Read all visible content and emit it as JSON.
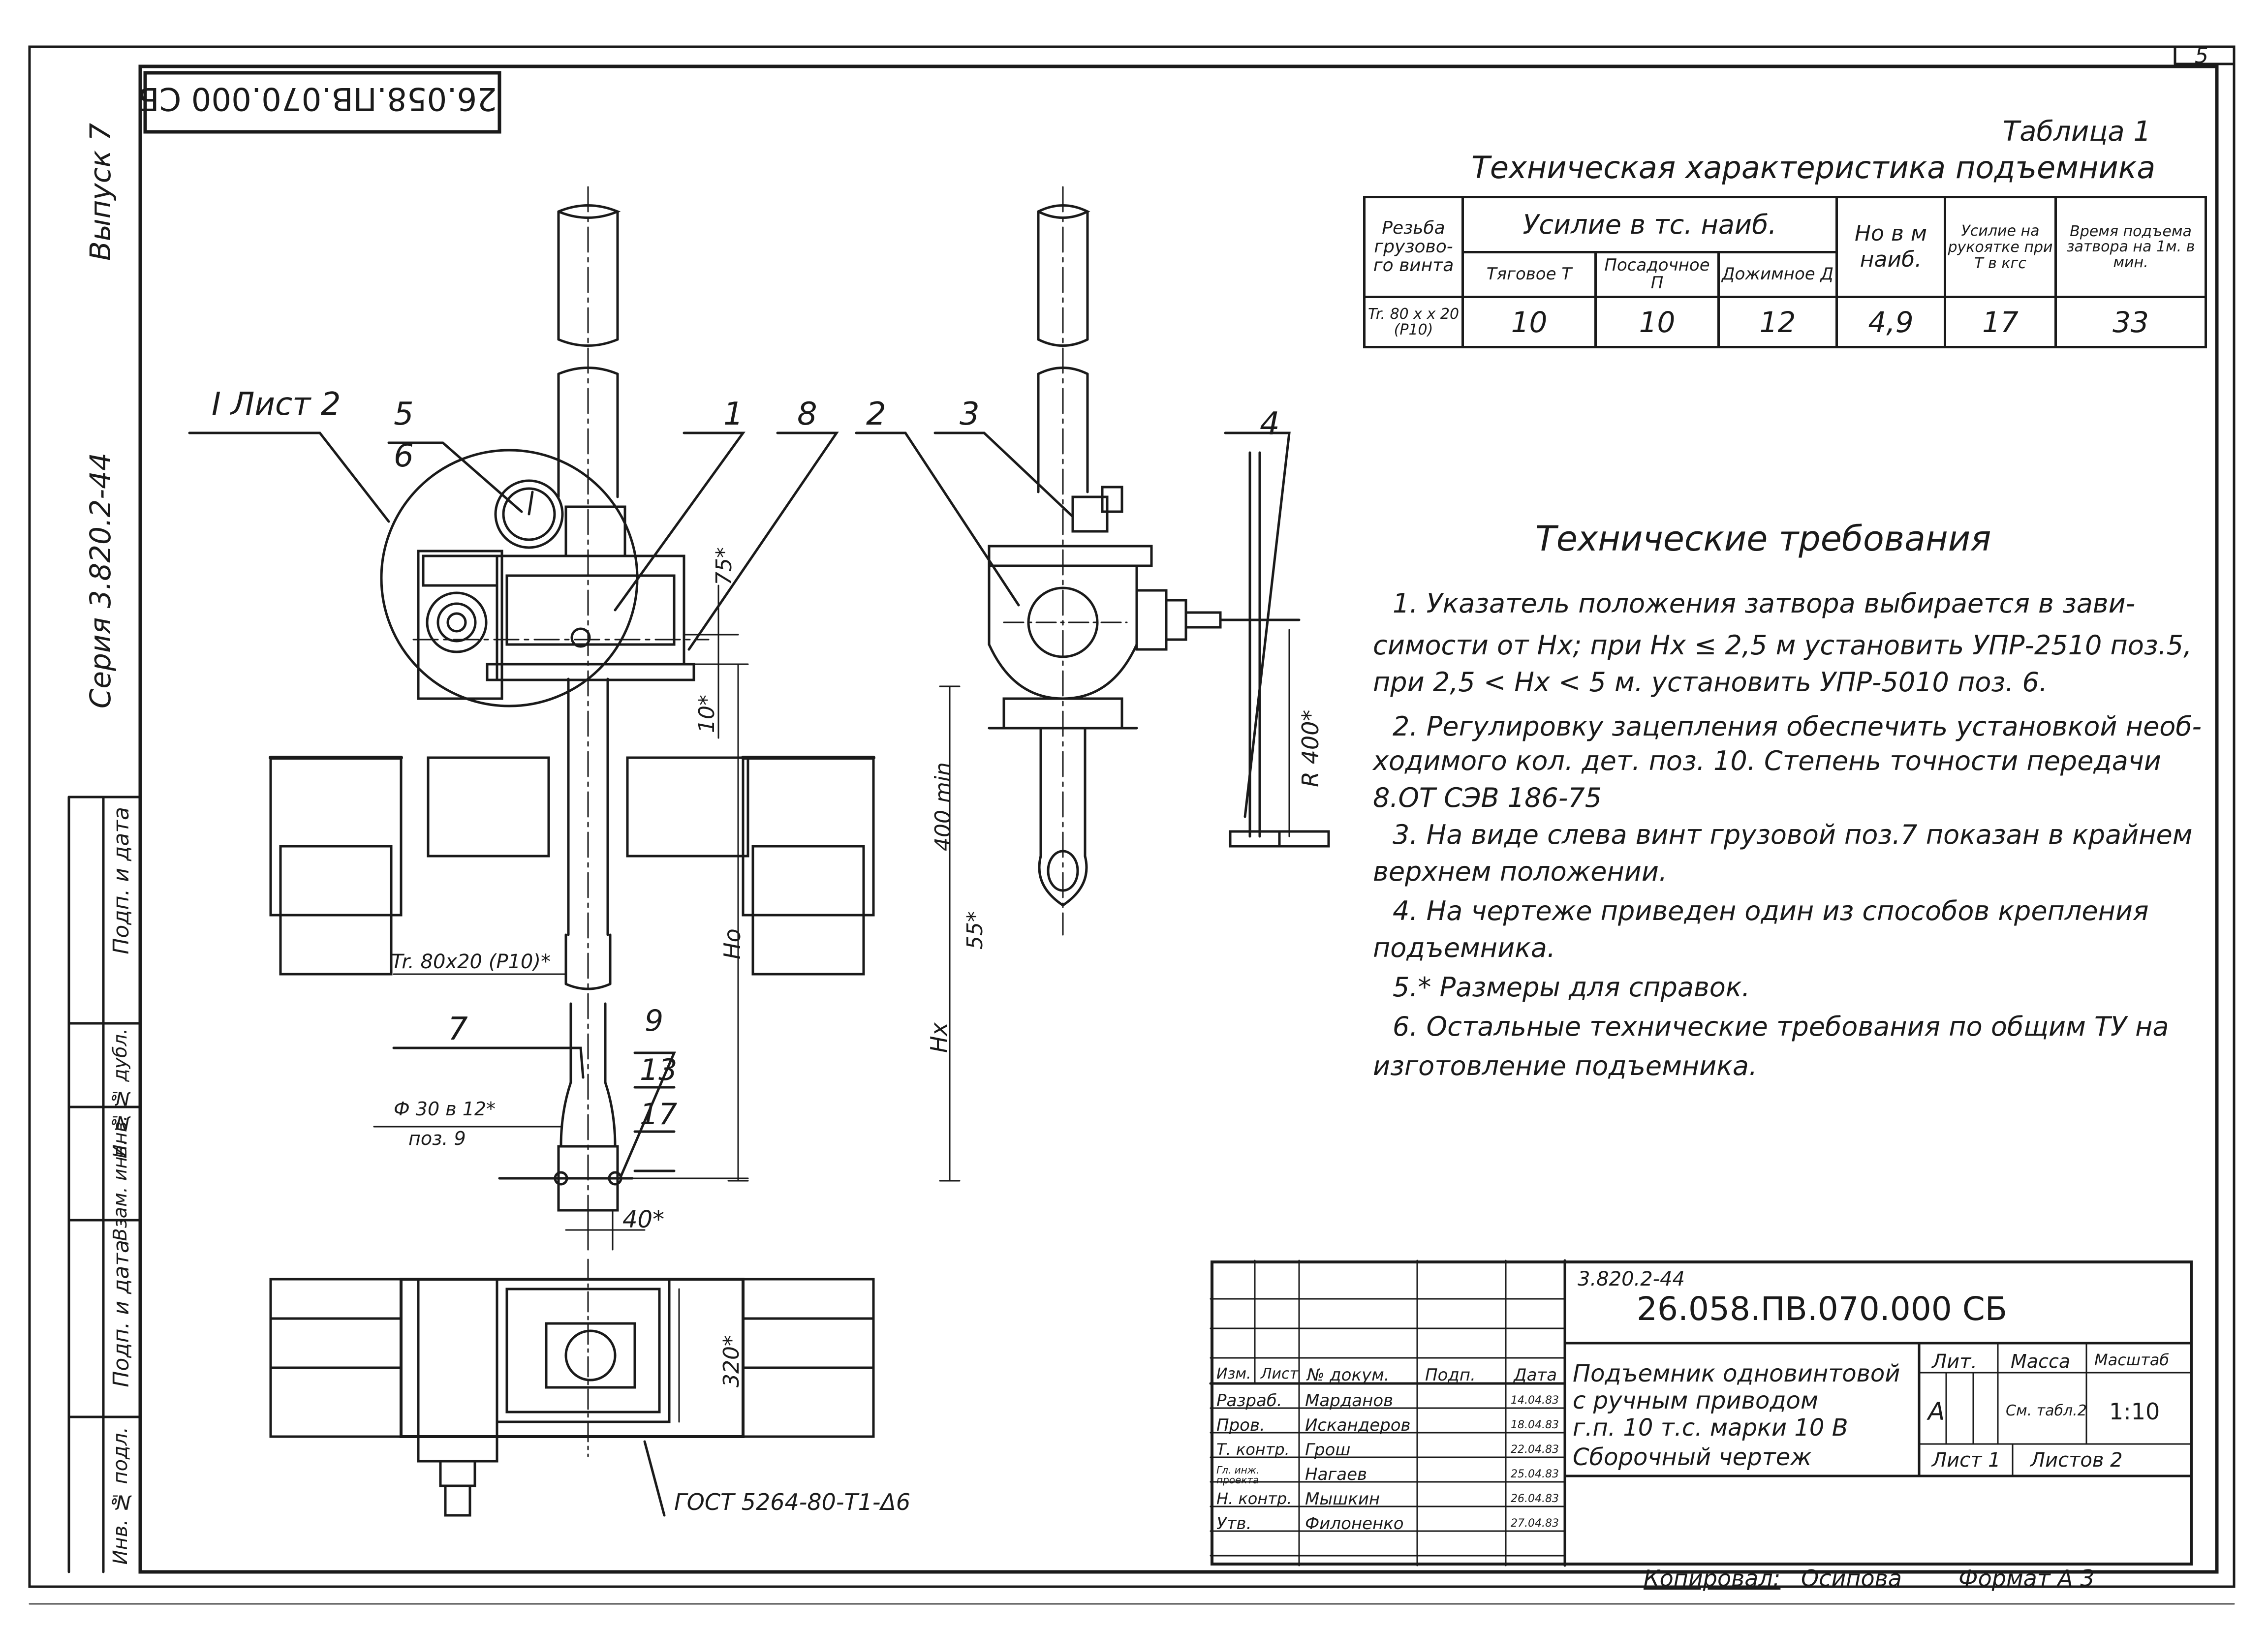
{
  "sheet_number": "5",
  "stamp_code": "26.058.ПВ.070.000 СБ",
  "side": {
    "issue": "Выпуск 7",
    "series": "Серия 3.820.2-44",
    "fields": [
      "Подп. и дата",
      "Инв. № дубл.",
      "Взам. инв. №",
      "Подп. и дата",
      "Инв. № подл."
    ]
  },
  "table": {
    "caption": "Таблица 1",
    "title": "Техническая характеристика подъемника",
    "h_thread": "Резьба грузово-го винта",
    "h_force": "Усилие в тс. наиб.",
    "h_pull": "Тяговое Т",
    "h_landing": "Посадочное П",
    "h_press": "Дожимное Д",
    "h_ho": "Но в м наиб.",
    "h_handle": "Усилие на рукоятке при Т в кгс",
    "h_time": "Время подъема затвора на 1м. в мин.",
    "row": {
      "thread": "Tr. 80 x x 20 (P10)",
      "pull": "10",
      "landing": "10",
      "press": "12",
      "ho": "4,9",
      "handle": "17",
      "time": "33"
    }
  },
  "requirements": {
    "title": "Технические требования",
    "lines": [
      "1. Указатель положения затвора выбирается в зави-",
      "симости от Hx; при Hx ≤ 2,5 м установить УПР-2510 поз.5,",
      "при 2,5 < Hx < 5 м. установить УПР-5010 поз. 6.",
      "2. Регулировку зацепления обеспечить установкой необ-",
      "ходимого кол. дет. поз. 10. Степень точности передачи",
      "8.ОТ СЭВ 186-75",
      "3. На виде слева винт грузовой поз.7 показан в крайнем",
      "верхнем положении.",
      "4. На чертеже приведен один из способов крепления",
      "подъемника.",
      "5.* Размеры для справок.",
      "6. Остальные технические требования по общим ТУ на",
      "изготовление подъемника."
    ]
  },
  "callouts": {
    "view_ref": "I Лист 2",
    "n5": "5",
    "n6": "6",
    "n1": "1",
    "n8": "8",
    "n2": "2",
    "n3": "3",
    "n4": "4",
    "n7": "7",
    "n9": "9",
    "n13": "13",
    "n17": "17"
  },
  "dims": {
    "d75": "75*",
    "d10": "10*",
    "d400": "400 min",
    "r400": "R 400*",
    "d55": "55*",
    "ho": "Ho",
    "hx": "Hx",
    "d40": "40*",
    "d320": "320*",
    "thread": "Tr. 80x20 (P10)*",
    "pin": "Ф 30 в 12*",
    "pin_pos": "поз. 9",
    "weld": "ГОСТ 5264-80-Т1-Δ6"
  },
  "title_block": {
    "series": "3.820.2-44",
    "code": "26.058.ПВ.070.000 СБ",
    "name_lines": [
      "Подъемник одновинтовой",
      "с ручным приводом",
      "г.п. 10 т.с. марки 10 В",
      "Сборочный чертеж"
    ],
    "col_headers": [
      "Изм.",
      "Лист",
      "№ докум.",
      "Подп.",
      "Дата"
    ],
    "roles": [
      {
        "role": "Разраб.",
        "name": "Марданов",
        "date": "14.04.83"
      },
      {
        "role": "Пров.",
        "name": "Искандеров",
        "date": "18.04.83"
      },
      {
        "role": "Т. контр.",
        "name": "Грош",
        "date": "22.04.83"
      },
      {
        "role": "Гл. инж. проекта",
        "name": "Нагаев",
        "date": "25.04.83"
      },
      {
        "role": "Н. контр.",
        "name": "Мышкин",
        "date": "26.04.83"
      },
      {
        "role": "Утв.",
        "name": "Филоненко",
        "date": "27.04.83"
      }
    ],
    "lit_label": "Лит.",
    "mass_label": "Масса",
    "scale_label": "Масштаб",
    "lit": "А",
    "mass": "См. табл.2",
    "scale": "1:10",
    "sheet_label": "Лист 1",
    "sheets_label": "Листов 2"
  },
  "footer": {
    "copied": "Копировал:",
    "copier": "Осипова",
    "format": "Формат А 3"
  }
}
